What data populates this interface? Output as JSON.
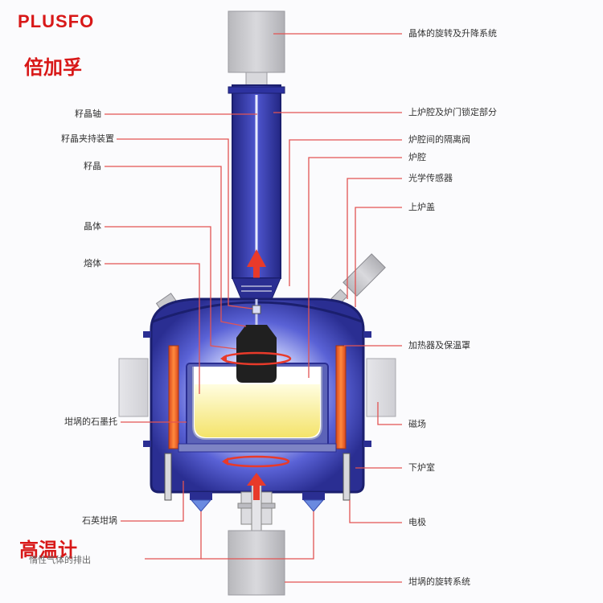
{
  "brand": {
    "logo_text": "PLUSFO",
    "subtitle_cn": "倍加孚",
    "annotation_cn": "高温计"
  },
  "labels": {
    "crystal_rotation_lift": "晶体的旋转及升降系统",
    "seed_shaft": "籽晶轴",
    "upper_chamber_lock": "上炉腔及炉门锁定部分",
    "seed_holder": "籽晶夹持装置",
    "isolation_valve": "炉腔间的隔离阀",
    "seed": "籽晶",
    "chamber": "炉腔",
    "optical_sensor": "光学传感器",
    "crystal": "晶体",
    "upper_cover": "上炉盖",
    "melt": "熔体",
    "heater_shield": "加热器及保温罩",
    "graphite_support": "坩埚的石墨托",
    "magnetic_field": "磁场",
    "lower_chamber": "下炉室",
    "quartz_crucible": "石英坩埚",
    "electrode": "电极",
    "inert_gas_exhaust": "惰性气体的排出",
    "crucible_rotation": "坩埚的旋转系统"
  },
  "colors": {
    "brand_red": "#d81818",
    "leader_red": "#e25353",
    "chamber_blue": "#3b3fb5",
    "chamber_dark": "#262a86",
    "melt_yellow": "#fff7b0",
    "heater_orange": "#ef6a2a",
    "flow_arrow": "#e83a2a",
    "motor_gray": "#c8c8cc"
  }
}
